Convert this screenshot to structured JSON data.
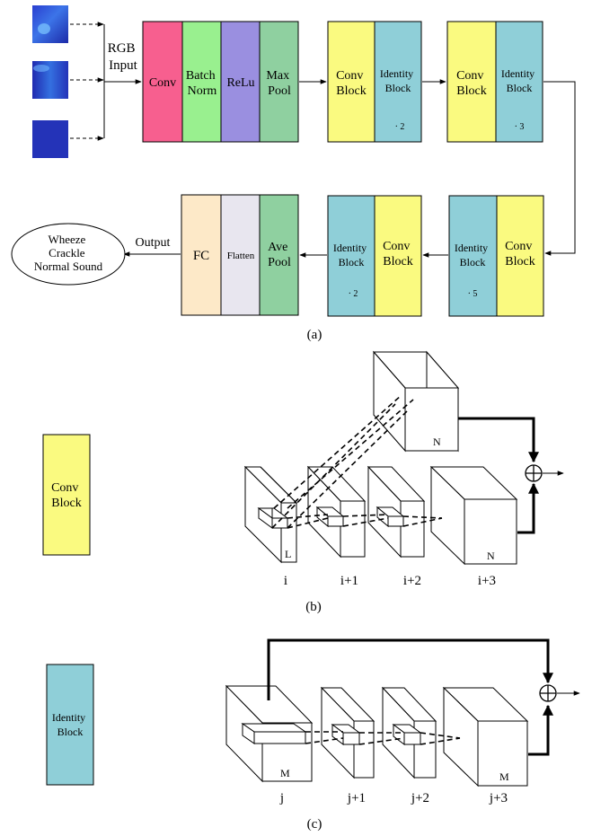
{
  "colors": {
    "conv": "#f75f8f",
    "batchnorm": "#99f08f",
    "relu": "#9a8fe0",
    "maxpool": "#8fd0a0",
    "convblock": "#fafa80",
    "identity": "#8fcfd8",
    "fc": "#fde9c8",
    "flatten": "#e8e6ef",
    "avepool": "#8fd0a0",
    "spectrogram": "#2433b8"
  },
  "panel_a": {
    "rgb_input": [
      "RGB",
      "Input"
    ],
    "conv": "Conv",
    "batchnorm": [
      "Batch",
      "Norm"
    ],
    "relu": "ReLu",
    "maxpool": [
      "Max",
      "Pool"
    ],
    "convblock": [
      "Conv",
      "Block"
    ],
    "identity": [
      "Identity",
      "Block"
    ],
    "multipliers": [
      "· 2",
      "· 3",
      "· 5",
      "· 2"
    ],
    "fc": "FC",
    "flatten": "Flatten",
    "avepool": [
      "Ave",
      "Pool"
    ],
    "output": "Output",
    "classes": [
      "Wheeze",
      "Crackle",
      "Normal Sound"
    ],
    "caption": "(a)"
  },
  "panel_b": {
    "legend": [
      "Conv",
      "Block"
    ],
    "top_cube_label": "N",
    "first_cube_label": "L",
    "last_cube_label": "N",
    "indices": [
      "i",
      "i+1",
      "i+2",
      "i+3"
    ],
    "caption": "(b)"
  },
  "panel_c": {
    "legend": [
      "Identity",
      "Block"
    ],
    "first_cube_label": "M",
    "last_cube_label": "M",
    "indices": [
      "j",
      "j+1",
      "j+2",
      "j+3"
    ],
    "caption": "(c)"
  }
}
